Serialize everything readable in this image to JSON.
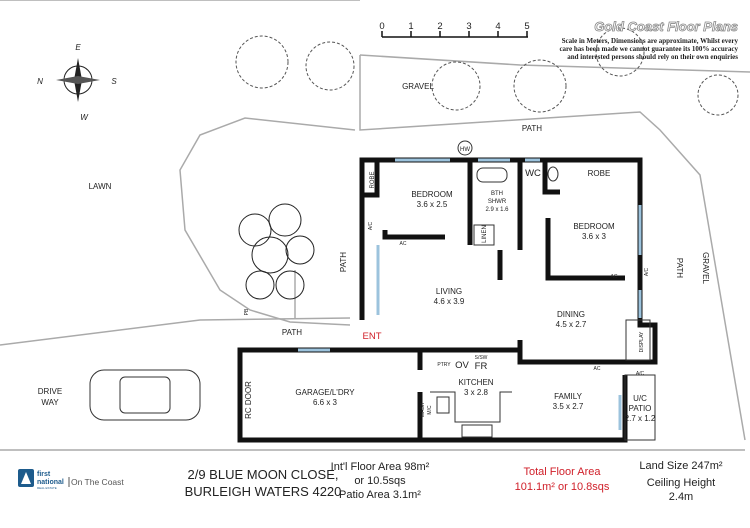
{
  "header": {
    "brand_title": "Gold Coast Floor Plans",
    "disclaimer": [
      "Scale in Meters, Dimensions are approximate, Whilst every",
      "care has been made we cannot guarantee its 100% accuracy",
      "and interested persons should rely on their own enquiries"
    ],
    "scale_ticks": [
      "0",
      "1",
      "2",
      "3",
      "4",
      "5"
    ]
  },
  "compass": {
    "n": "N",
    "e": "E",
    "s": "S",
    "w": "W"
  },
  "outdoor": {
    "lawn": "LAWN",
    "drive_way": [
      "DRIVE",
      "WAY"
    ],
    "gravel_top": "GRAVEL",
    "gravel_right": "GRAVEL",
    "path_top": "PATH",
    "path_right": "PATH",
    "path_left": "PATH",
    "path_entry": "PATH",
    "pb": "PB"
  },
  "rooms": {
    "bedroom1": {
      "name": "BEDROOM",
      "dim": "3.6 x 2.5"
    },
    "robe1": "ROBE",
    "bath": {
      "name": "BTH",
      "name2": "SHWR",
      "dim": "2.9 x 1.6"
    },
    "wc": "WC",
    "robe2": "ROBE",
    "bedroom2": {
      "name": "BEDROOM",
      "dim": "3.6 x 3"
    },
    "linen": "LINEN",
    "living": {
      "name": "LIVING",
      "dim": "4.6 x 3.9"
    },
    "dining": {
      "name": "DINING",
      "dim": "4.5 x 2.7"
    },
    "entry": "ENT",
    "garage": {
      "name": "GARAGE/L'DRY",
      "dim": "6.6 x 3"
    },
    "rc_door": "RC DOOR",
    "kitchen": {
      "name": "KITCHEN",
      "dim": "3 x 2.8"
    },
    "family": {
      "name": "FAMILY",
      "dim": "3.5 x 2.7"
    },
    "patio": {
      "name": "U/C",
      "name2": "PATIO",
      "dim": "2.7 x 1.2"
    },
    "pantry": "PTRY",
    "oven": "OV",
    "fridge": "FR",
    "sisw": "S/SW",
    "wash": "WASH",
    "mc": "M/C",
    "display": "DISPLAY",
    "hw": "HW",
    "ac": "AC",
    "ac2": "A/C"
  },
  "footer": {
    "logo": {
      "line1": "first",
      "line2": "national",
      "line3": "REAL ESTATE",
      "branch": "On The Coast"
    },
    "address": [
      "2/9 BLUE MOON CLOSE,",
      "BURLEIGH WATERS 4220"
    ],
    "intl_area": [
      "Int'l Floor Area 98m²",
      "or 10.5sqs",
      "Patio Area 3.1m²"
    ],
    "total_area": [
      "Total Floor Area",
      "101.1m² or 10.8sqs"
    ],
    "land": [
      "Land Size 247m²",
      "Ceiling Height",
      "2.4m"
    ],
    "total_color": "#d0202a"
  }
}
